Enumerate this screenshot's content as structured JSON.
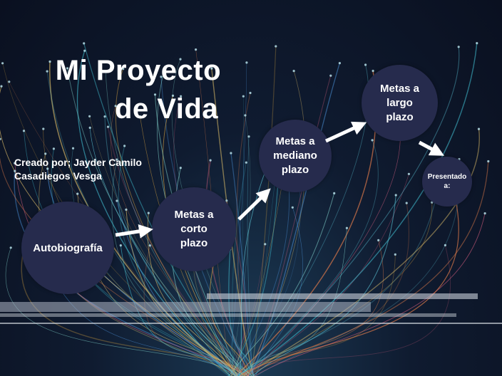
{
  "slide": {
    "title_line1": "Mi Proyecto",
    "title_line2": "de Vida",
    "credit_line1": "Creado por; Jayder Camilo",
    "credit_line2": "Casadiegos Vesga",
    "nodes": {
      "autobiografia": [
        "Autobiografía"
      ],
      "corto": [
        "Metas a",
        "corto",
        "plazo"
      ],
      "mediano": [
        "Metas a",
        "mediano",
        "plazo"
      ],
      "largo": [
        "Metas a",
        "largo",
        "plazo"
      ],
      "presentado": [
        "Presentado",
        "a:"
      ]
    }
  },
  "colors": {
    "node_fill": "#262b4d",
    "arrow": "#ffffff",
    "background": "#0b1324"
  }
}
